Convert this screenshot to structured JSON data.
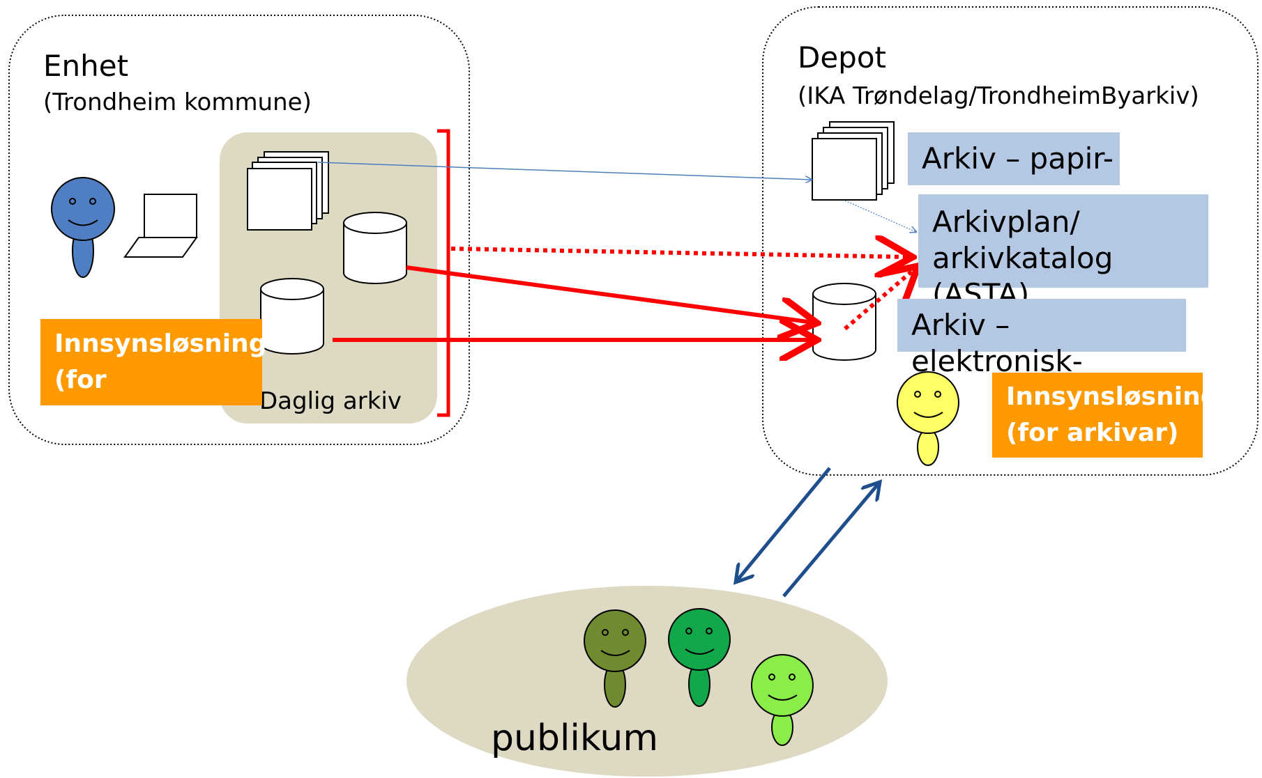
{
  "enhet": {
    "title": "Enhet",
    "subtitle": "(Trondheim kommune)",
    "daglig_arkiv_label": "Daglig arkiv",
    "innsyn": {
      "line1": "Innsynsløsning",
      "line2": "(for internbruk)"
    }
  },
  "depot": {
    "title": "Depot",
    "subtitle": "(IKA Trøndelag/TrondheimByarkiv)",
    "arkiv_papir": "Arkiv – papir-",
    "arkivplan": {
      "line1": "Arkivplan/",
      "line2": "arkivkatalog (ASTA)"
    },
    "arkiv_elektronisk": "Arkiv – elektronisk-",
    "innsyn": {
      "line1": "Innsynsløsning",
      "line2": "(for arkivar)"
    }
  },
  "publikum": {
    "label": "publikum"
  },
  "colors": {
    "user_blue": "#4f7fc2",
    "archivist_yellow": "#ffff66",
    "public_olive": "#6f8a2f",
    "public_green": "#12a84a",
    "public_light": "#8aed4a",
    "red_flow": "#ff0000",
    "navy_flow": "#1f4e8c",
    "beige_area": "#ddd9c3",
    "blue_box": "#b4c8e3",
    "orange_box": "#ff9900"
  },
  "icons": [
    "person-icon",
    "laptop-icon",
    "document-stack-icon",
    "database-cylinder-icon"
  ]
}
